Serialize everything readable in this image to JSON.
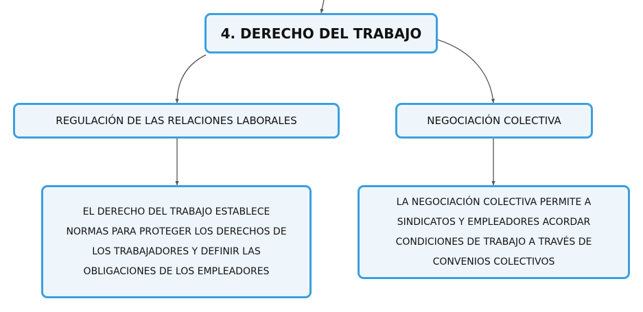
{
  "colors": {
    "node_border": "#3b9fdd",
    "node_fill": "#eef6fc",
    "connector": "#555555",
    "text": "#111111"
  },
  "diagram": {
    "root": {
      "label": "4. DERECHO DEL TRABAJO"
    },
    "children": [
      {
        "label": "REGULACIÓN DE LAS RELACIONES LABORALES",
        "detail_lines": [
          "EL DERECHO DEL TRABAJO ESTABLECE",
          "NORMAS PARA PROTEGER LOS DERECHOS DE",
          "LOS TRABAJADORES Y DEFINIR LAS",
          "OBLIGACIONES DE LOS EMPLEADORES"
        ]
      },
      {
        "label": "NEGOCIACIÓN COLECTIVA",
        "detail_lines": [
          "LA NEGOCIACIÓN COLECTIVA PERMITE A",
          "SINDICATOS Y EMPLEADORES ACORDAR",
          "CONDICIONES DE TRABAJO A TRAVÉS DE",
          "CONVENIOS COLECTIVOS"
        ]
      }
    ]
  }
}
